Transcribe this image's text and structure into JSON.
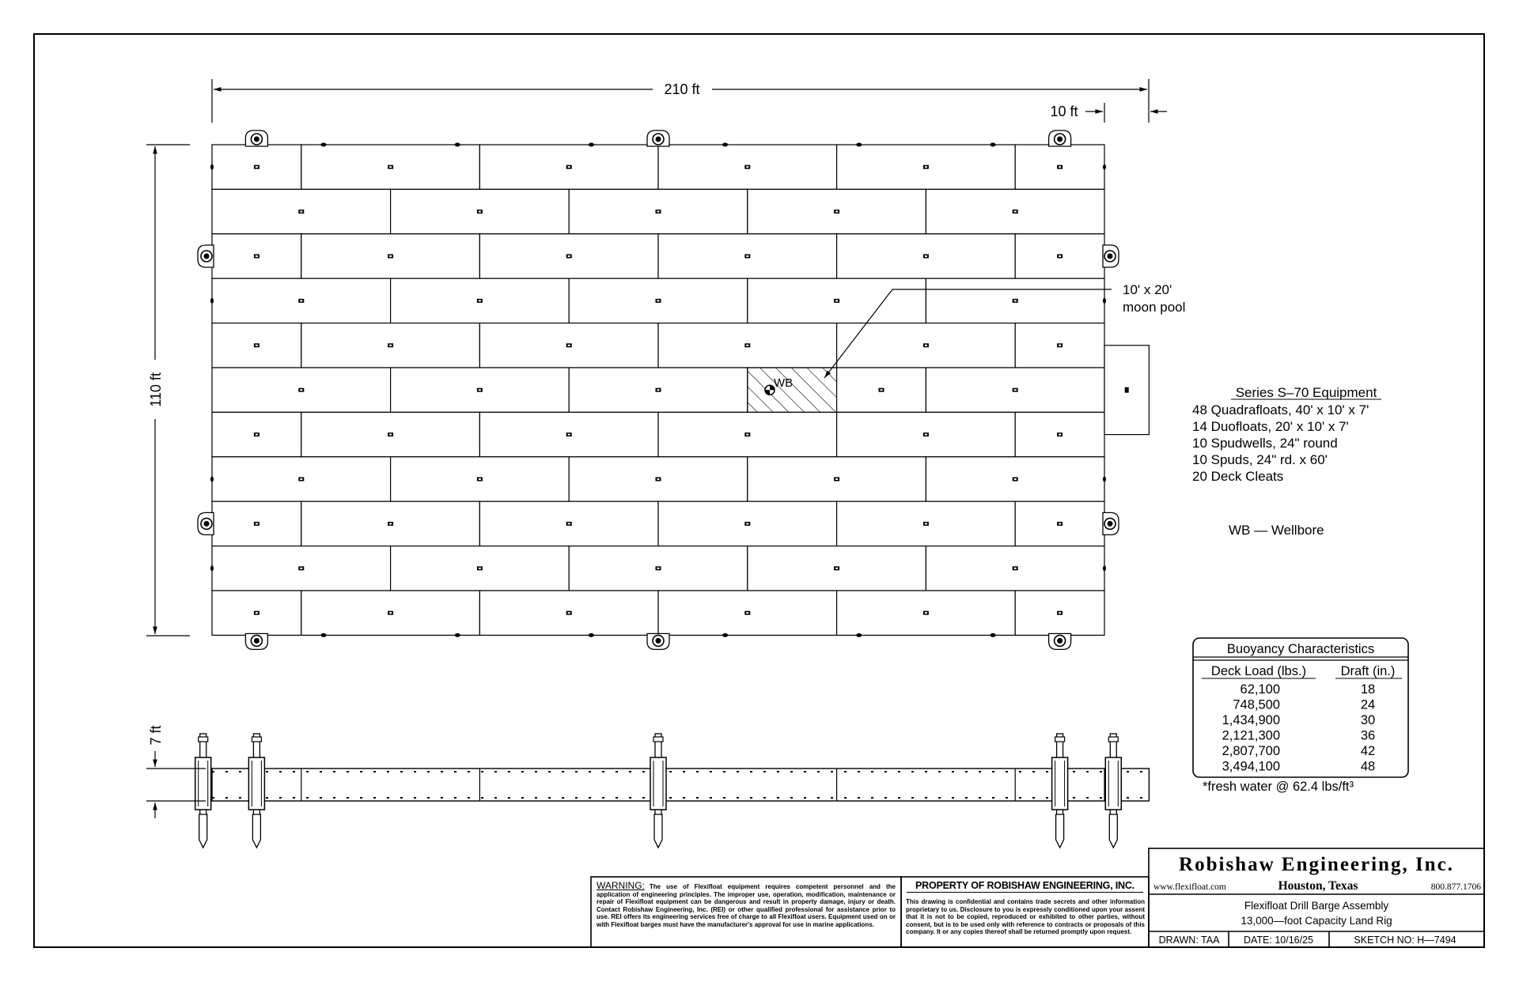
{
  "dimensions": {
    "overall_length": "210 ft",
    "extension": "10 ft",
    "overall_width": "110 ft",
    "depth": "7 ft"
  },
  "moon_pool": {
    "line1": "10' x 20'",
    "line2": "moon pool"
  },
  "wellbore_marker": "WB",
  "equipment": {
    "title": "Series S–70 Equipment",
    "items": [
      "48 Quadrafloats, 40' x 10' x 7'",
      "14 Duofloats, 20' x 10' x 7'",
      "10 Spudwells, 24\" round",
      "10 Spuds, 24\" rd. x 60'",
      "20 Deck Cleats"
    ],
    "legend": "WB — Wellbore"
  },
  "buoyancy": {
    "title": "Buoyancy Characteristics",
    "col_load": "Deck Load (lbs.)",
    "col_draft": "Draft (in.)",
    "rows": [
      {
        "load": "62,100",
        "draft": "18"
      },
      {
        "load": "748,500",
        "draft": "24"
      },
      {
        "load": "1,434,900",
        "draft": "30"
      },
      {
        "load": "2,121,300",
        "draft": "36"
      },
      {
        "load": "2,807,700",
        "draft": "42"
      },
      {
        "load": "3,494,100",
        "draft": "48"
      }
    ],
    "footnote": "*fresh water @ 62.4 lbs/ft³"
  },
  "warning": {
    "heading": "WARNING:",
    "text": "The use of Flexifloat equipment requires competent personnel and the application of engineering principles.  The improper use, operation, modification, maintenance or repair of Flexifloat equipment can be dangerous and result in property damage, injury or death.  Contact Robishaw Engineering, Inc. (REI) or other qualified professional for assistance prior to use.  REI offers its engineering services free of charge to all Flexifloat users. Equipment used on or with Flexifloat barges must have the manufacturer's approval for use in marine applications."
  },
  "property": {
    "heading": "PROPERTY OF ROBISHAW ENGINEERING, INC.",
    "text": "This drawing is confidential and contains trade secrets and other information proprietary to us.  Disclosure to you is expressly conditioned upon your assent that it is not to be copied, reproduced or exhibited to other parties, without consent, but is to be used only with reference to contracts or proposals of this company. It or any copies thereof shall be returned promptly upon request."
  },
  "title_block": {
    "company": "Robishaw Engineering, Inc.",
    "website": "www.flexifloat.com",
    "location": "Houston, Texas",
    "phone": "800.877.1706",
    "description_line1": "Flexifloat Drill Barge Assembly",
    "description_line2": "13,000—foot Capacity Land Rig",
    "drawn": "DRAWN: TAA",
    "date": "DATE: 10/16/25",
    "sketch_no": "SKETCH NO: H—7494"
  }
}
